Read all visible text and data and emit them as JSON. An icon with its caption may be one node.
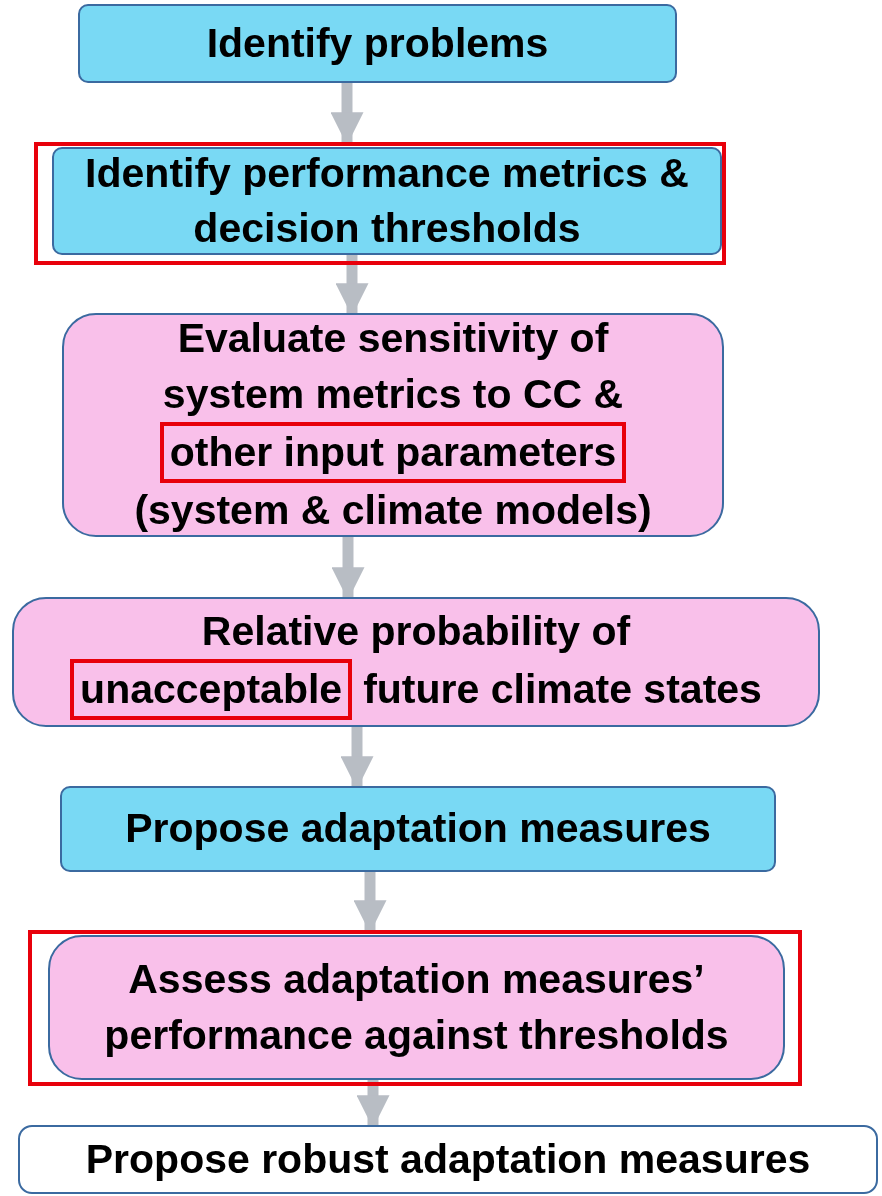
{
  "diagram": {
    "nodes": [
      {
        "text": [
          "Identify problems"
        ]
      },
      {
        "text": [
          "Identify performance metrics & decision thresholds"
        ]
      },
      {
        "text": [
          "Evaluate sensitivity of system metrics to CC &",
          "other input parameters",
          "(system & climate models)"
        ]
      },
      {
        "text": [
          "Relative probability of",
          "unacceptable",
          "future climate states"
        ]
      },
      {
        "text": [
          "Propose adaptation measures"
        ]
      },
      {
        "text": [
          "Assess adaptation measures’ performance against thresholds"
        ]
      },
      {
        "text": [
          "Propose robust adaptation measures"
        ]
      }
    ],
    "edges": [
      {
        "from": 0,
        "to": 1,
        "arrow": "to"
      },
      {
        "from": 1,
        "to": 2,
        "arrow": "to"
      },
      {
        "from": 2,
        "to": 3,
        "arrow": "to"
      },
      {
        "from": 3,
        "to": 4,
        "arrow": "to"
      },
      {
        "from": 4,
        "to": 5,
        "arrow": "to"
      },
      {
        "from": 5,
        "to": 6,
        "arrow": "to"
      }
    ]
  }
}
